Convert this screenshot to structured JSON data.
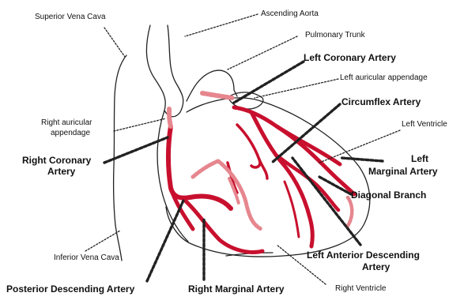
{
  "diagram": {
    "labels": {
      "superior_vena_cava": "Superior Vena Cava",
      "ascending_aorta": "Ascending Aorta",
      "pulmonary_trunk": "Pulmonary Trunk",
      "left_coronary_artery": "Left Coronary Artery",
      "left_auricular_appendage": "Left auricular appendage",
      "circumflex_artery": "Circumflex Artery",
      "left_ventricle": "Left Ventricle",
      "right_auricular_appendage_1": "Right auricular",
      "right_auricular_appendage_2": "appendage",
      "right_coronary_artery_1": "Right Coronary",
      "right_coronary_artery_2": "Artery",
      "left_marginal_artery_1": "Left",
      "left_marginal_artery_2": "Marginal Artery",
      "diagonal_branch": "Diagonal Branch",
      "inferior_vena_cava": "Inferior Vena Cava",
      "lad_1": "Left Anterior Descending",
      "lad_2": "Artery",
      "right_ventricle": "Right Ventricle",
      "posterior_descending_artery": "Posterior Descending Artery",
      "right_marginal_artery": "Right Marginal Artery"
    },
    "colors": {
      "artery": "#c8102e",
      "posterior_artery": "#e6868e",
      "outline": "#222222",
      "text": "#111111"
    }
  }
}
